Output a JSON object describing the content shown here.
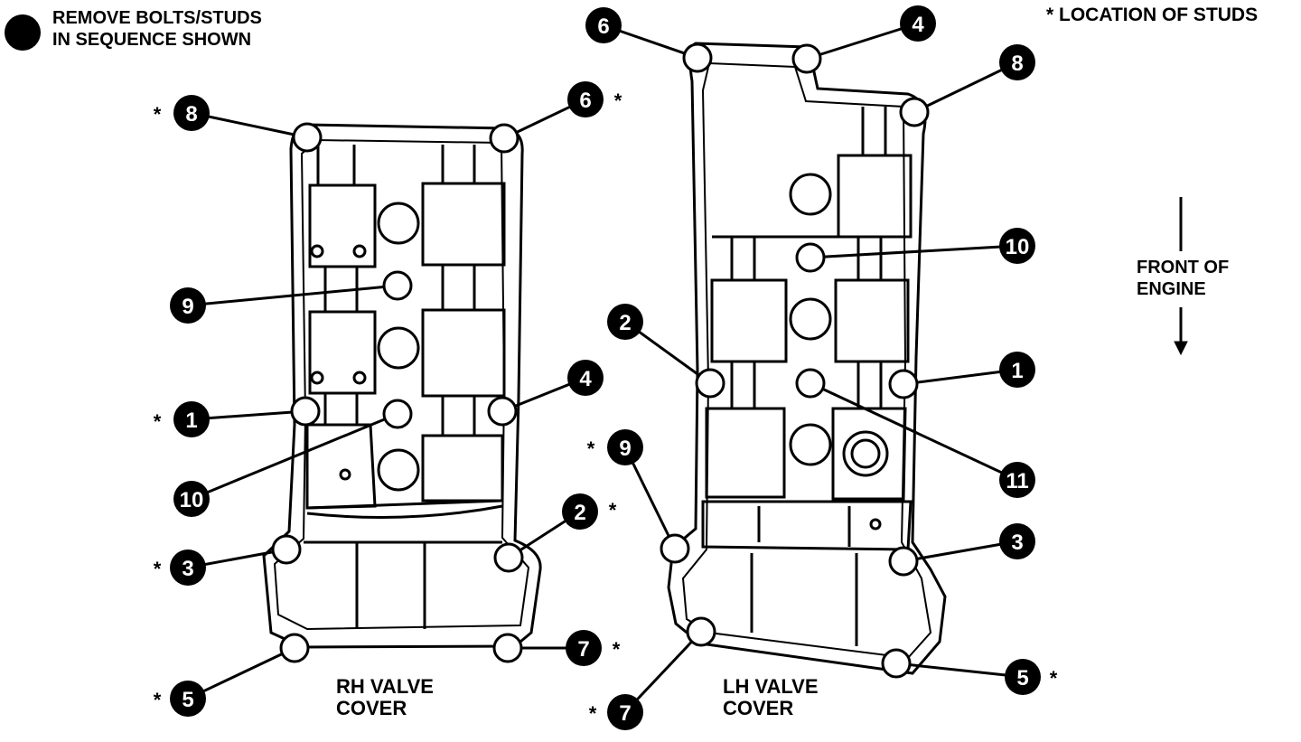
{
  "legend": {
    "remove_line1": "REMOVE BOLTS/STUDS",
    "remove_line2": "IN SEQUENCE SHOWN",
    "studs": "* LOCATION OF STUDS"
  },
  "front": {
    "line1": "FRONT OF",
    "line2": "ENGINE"
  },
  "rh_cover": {
    "line1": "RH VALVE",
    "line2": "COVER",
    "callouts": [
      {
        "n": "8",
        "stud": true
      },
      {
        "n": "6",
        "stud": true
      },
      {
        "n": "9",
        "stud": false
      },
      {
        "n": "1",
        "stud": true
      },
      {
        "n": "4",
        "stud": false
      },
      {
        "n": "10",
        "stud": false
      },
      {
        "n": "2",
        "stud": true
      },
      {
        "n": "3",
        "stud": true
      },
      {
        "n": "7",
        "stud": true
      },
      {
        "n": "5",
        "stud": true
      }
    ]
  },
  "lh_cover": {
    "line1": "LH VALVE",
    "line2": "COVER",
    "callouts": [
      {
        "n": "6",
        "stud": false
      },
      {
        "n": "4",
        "stud": false
      },
      {
        "n": "8",
        "stud": false
      },
      {
        "n": "10",
        "stud": false
      },
      {
        "n": "2",
        "stud": false
      },
      {
        "n": "1",
        "stud": false
      },
      {
        "n": "9",
        "stud": true
      },
      {
        "n": "11",
        "stud": false
      },
      {
        "n": "3",
        "stud": false
      },
      {
        "n": "7",
        "stud": true
      },
      {
        "n": "5",
        "stud": true
      }
    ]
  },
  "stud_mark": "*"
}
